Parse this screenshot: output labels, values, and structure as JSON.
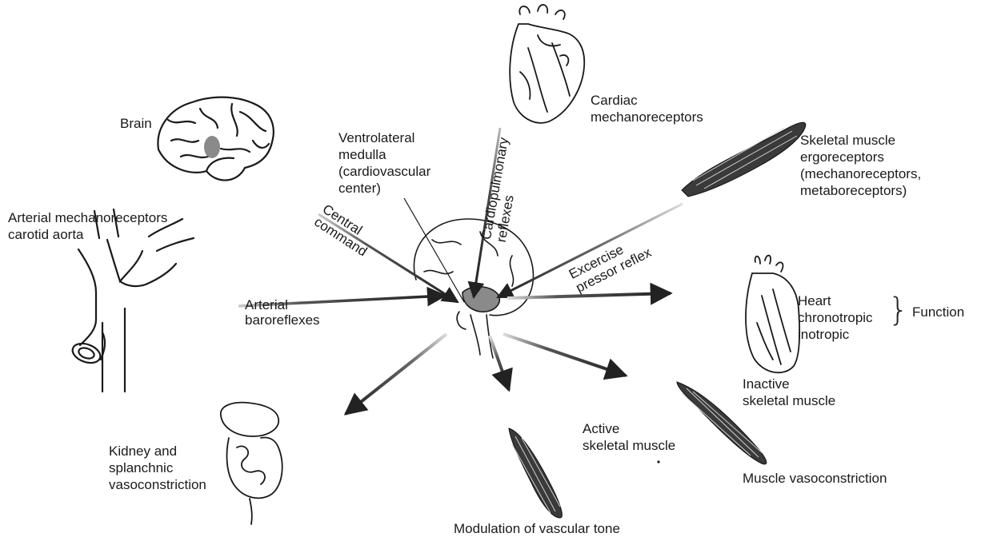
{
  "labels": {
    "brain": "Brain",
    "ventrolateral": [
      "Ventrolateral",
      "medulla",
      "(cardiovascular",
      "center)"
    ],
    "cardiac_mechanoreceptors": [
      "Cardiac",
      "mechanoreceptors"
    ],
    "skeletal_ergoreceptors": [
      "Skeletal muscle",
      "ergoreceptors",
      "(mechanoreceptors,",
      "metaboreceptors)"
    ],
    "arterial_mechanoreceptors": [
      "Arterial mechanoreceptors",
      "carotid aorta"
    ],
    "heart": [
      "Heart",
      "chronotropic",
      "inotropic"
    ],
    "function": "Function",
    "inactive_muscle": [
      "Inactive",
      "skeletal muscle"
    ],
    "active_muscle": [
      "Active",
      "skeletal muscle"
    ],
    "kidney": [
      "Kidney and",
      "splanchnic",
      "vasoconstriction"
    ],
    "muscle_vasoconstriction": "Muscle vasoconstriction",
    "modulation": "Modulation of vascular tone"
  },
  "pathways": {
    "central_command": [
      "Central",
      "command"
    ],
    "cardiopulmonary": [
      "Cardiopulmonary",
      "reflexes"
    ],
    "exercise_pressor": [
      "Excercise",
      "pressor reflex"
    ],
    "arterial_baroreflexes": [
      "Arterial",
      "baroreflexes"
    ]
  },
  "colors": {
    "arrow": "#222222",
    "arrow_fade": "#9a9a9a",
    "line": "#1a1a1a",
    "brain_spot": "#8a8a8a",
    "muscle_fill": "#3a3a3a"
  }
}
